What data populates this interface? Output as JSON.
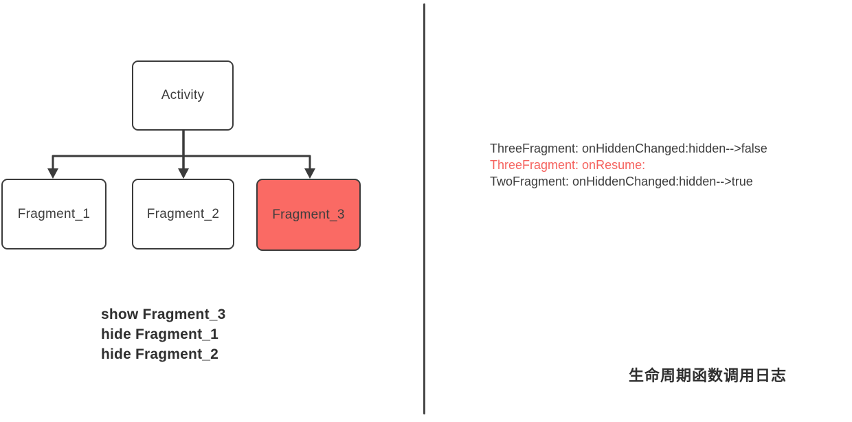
{
  "diagram": {
    "activity": {
      "label": "Activity"
    },
    "fragments": [
      {
        "label": "Fragment_1",
        "highlighted": false
      },
      {
        "label": "Fragment_2",
        "highlighted": false
      },
      {
        "label": "Fragment_3",
        "highlighted": true
      }
    ],
    "actions": [
      "show Fragment_3",
      "hide Fragment_1",
      "hide Fragment_2"
    ]
  },
  "log": {
    "lines": [
      {
        "text": "ThreeFragment: onHiddenChanged:hidden-->false",
        "color": "#3d3d3d"
      },
      {
        "text": "ThreeFragment: onResume:",
        "color": "#f5625e"
      },
      {
        "text": "TwoFragment: onHiddenChanged:hidden-->true",
        "color": "#3d3d3d"
      }
    ],
    "caption": "生命周期函数调用日志"
  },
  "colors": {
    "box_border": "#3b3b3b",
    "box_text": "#3d3d3d",
    "highlight_fill": "#fa6a64",
    "accent_red": "#f5625e",
    "divider": "#474747",
    "background": "#ffffff"
  }
}
